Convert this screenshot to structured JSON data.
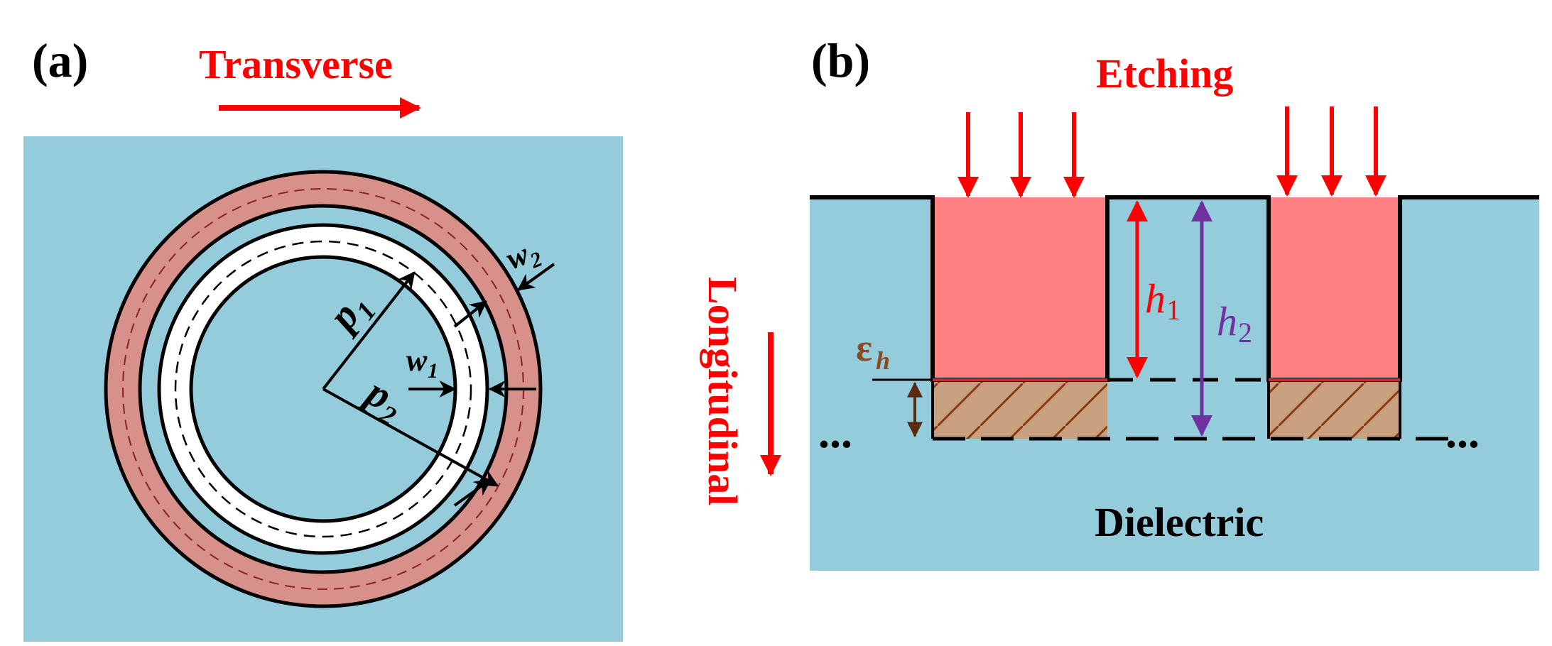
{
  "panel_a": {
    "label": "(a)",
    "direction_label": "Transverse",
    "p1": {
      "main": "p",
      "sub": "1"
    },
    "p2": {
      "main": "p",
      "sub": "2"
    },
    "w1": {
      "main": "w",
      "sub": "1"
    },
    "w2": {
      "main": "w",
      "sub": "2"
    }
  },
  "panel_b": {
    "label": "(b)",
    "etching_label": "Etching",
    "direction_label": "Longitudinal",
    "h1": {
      "main": "h",
      "sub": "1"
    },
    "h2": {
      "main": "h",
      "sub": "2"
    },
    "eps": {
      "main": "ε",
      "sub": "h"
    },
    "material_label": "Dielectric",
    "ellipsis_left": "...",
    "ellipsis_right": "..."
  },
  "colors": {
    "dielectric": "#94ccdb",
    "ring_outer": "#d8918a",
    "ring_inner": "#ffffff",
    "etch_fill": "#ff8080",
    "hatch_fill": "#c8a080",
    "red": "#ff0000",
    "purple": "#7030a0",
    "brown": "#8a4a1f"
  }
}
